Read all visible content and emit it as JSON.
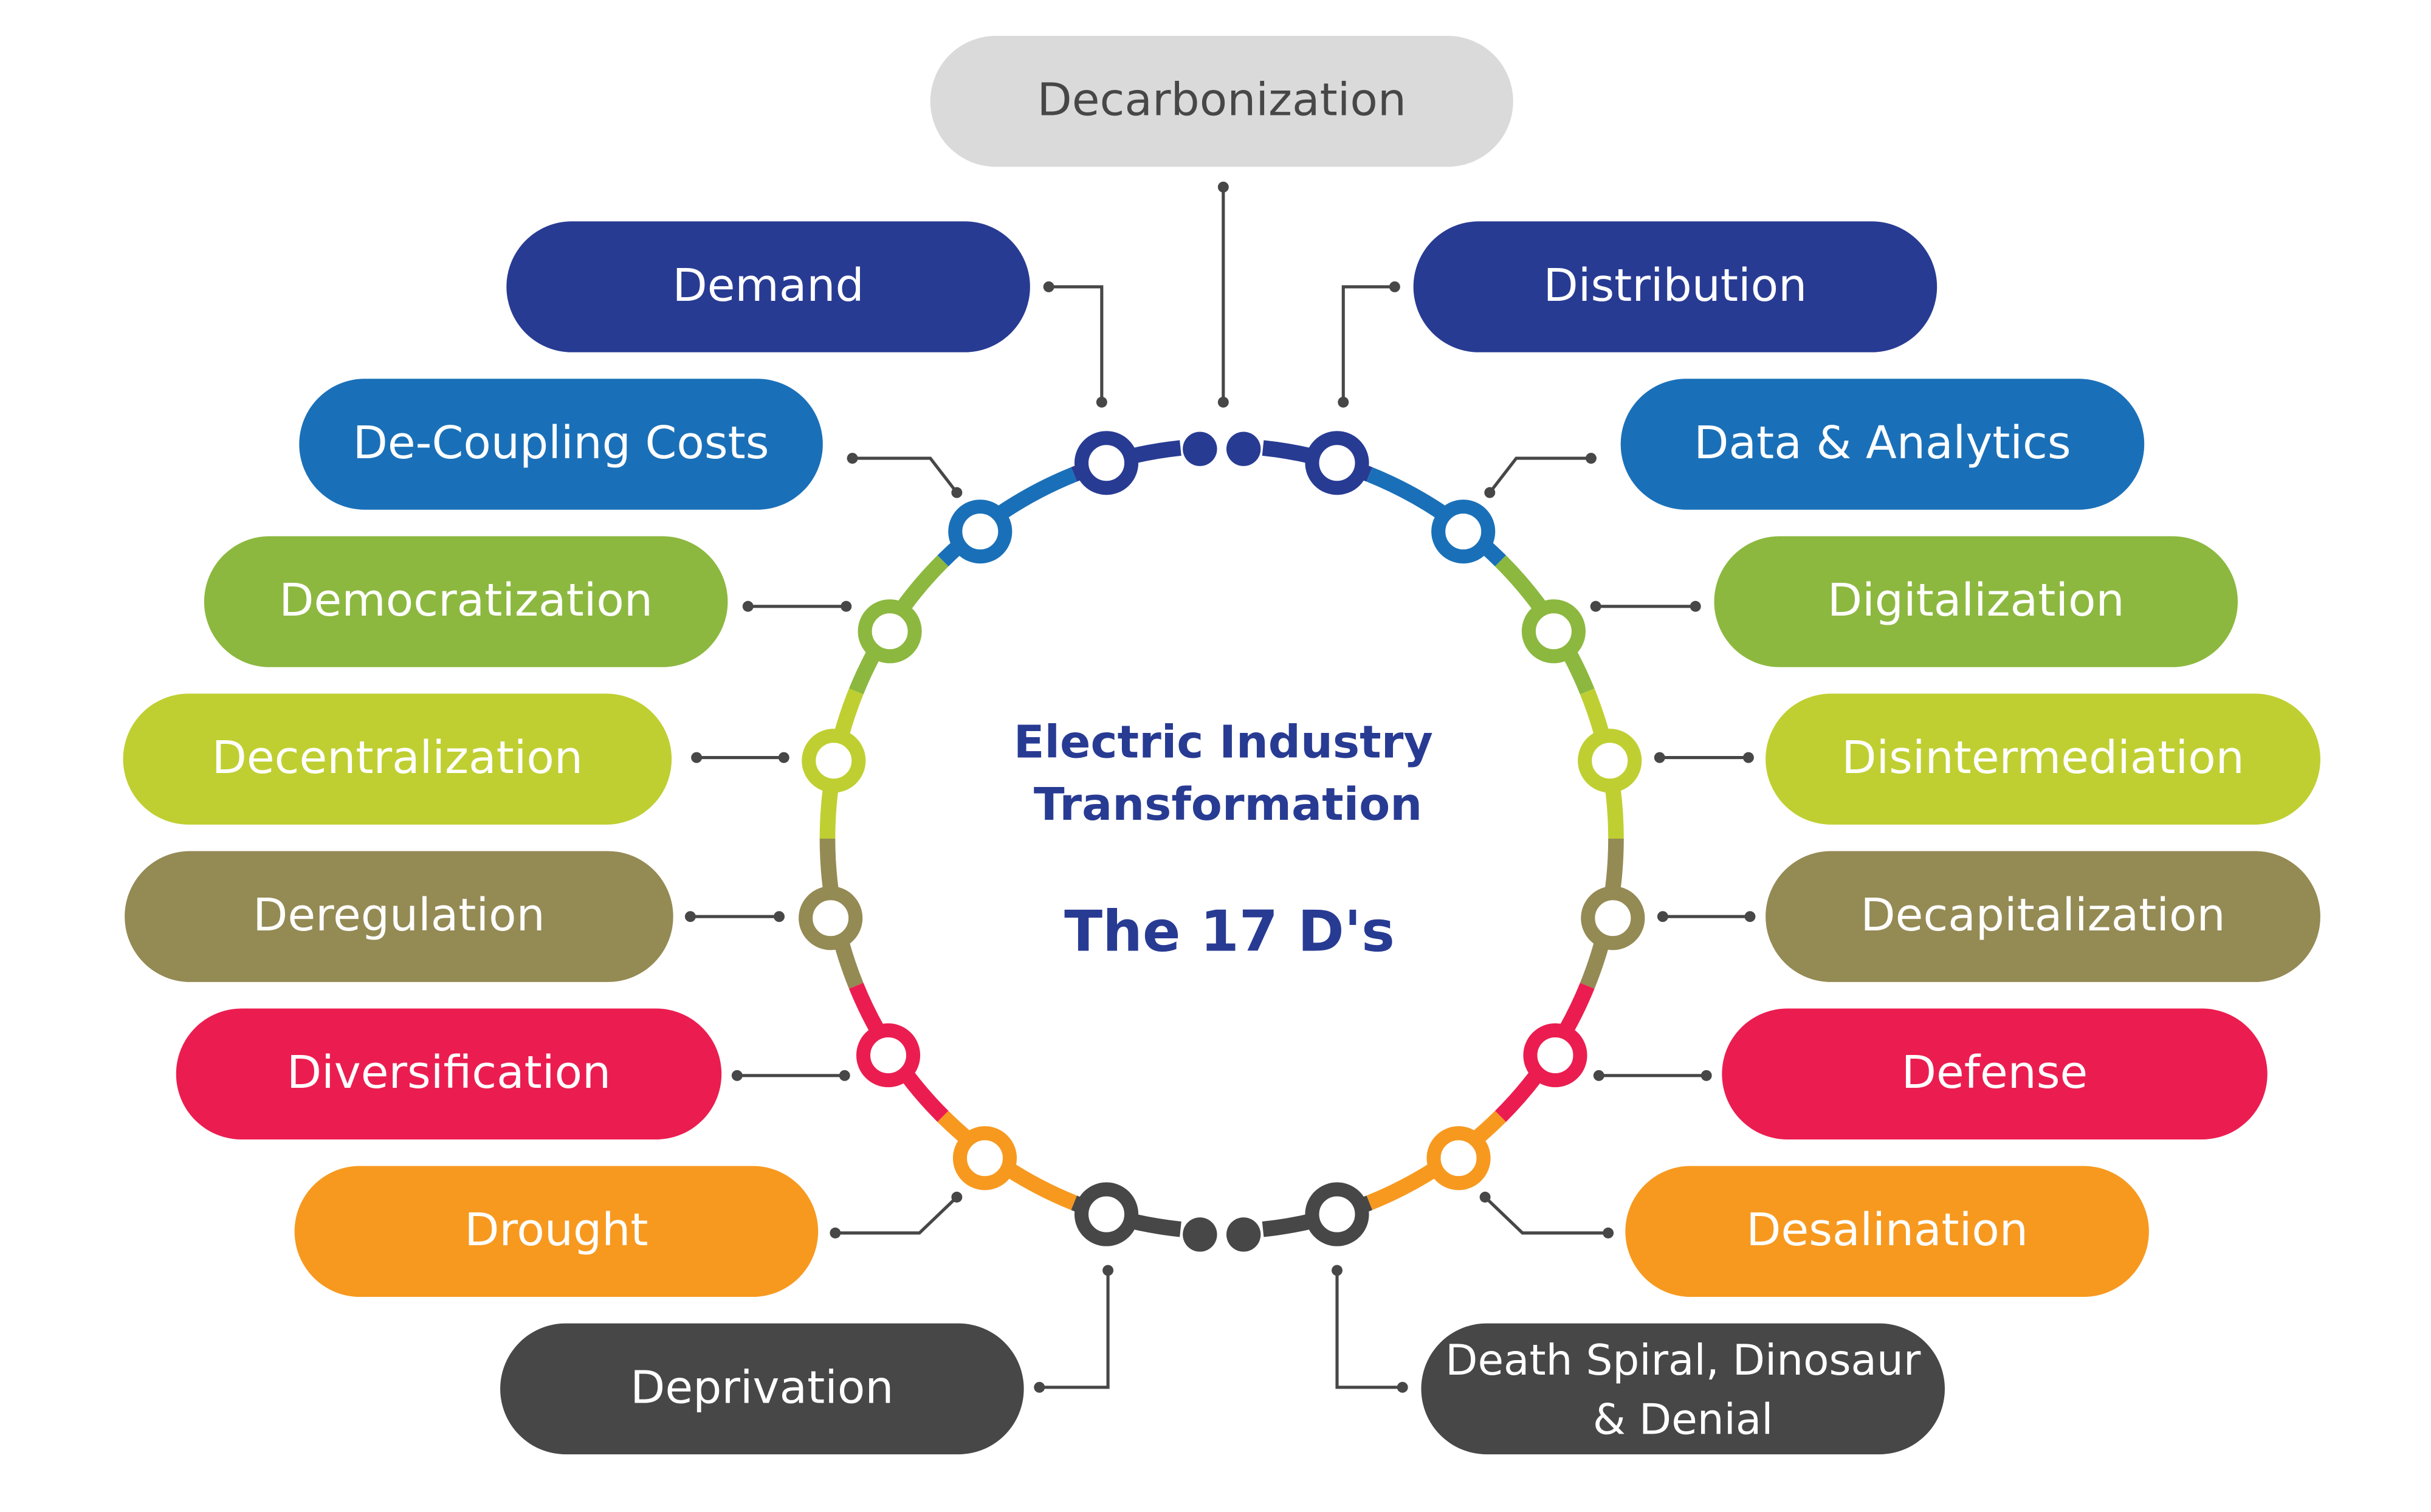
{
  "title": {
    "line1": "Electric Industry",
    "line2": "Transformation",
    "subtitle": "The 17 D's"
  },
  "colors": {
    "navy": "#283b93",
    "blue": "#1a70b8",
    "green": "#8cb83f",
    "lime": "#bfcf31",
    "olive": "#948a54",
    "red": "#eb1d50",
    "orange": "#f7991f",
    "dark": "#474747",
    "gray": "#dadada",
    "connector": "#474747"
  },
  "items": [
    {
      "label": "Decarbonization",
      "color": "gray",
      "text_color": "dark"
    },
    {
      "label": "Demand",
      "color": "navy"
    },
    {
      "label": "Distribution",
      "color": "navy"
    },
    {
      "label": "De-Coupling Costs",
      "color": "blue"
    },
    {
      "label": "Data & Analytics",
      "color": "blue"
    },
    {
      "label": "Democratization",
      "color": "green"
    },
    {
      "label": "Digitalization",
      "color": "green"
    },
    {
      "label": "Decentralization",
      "color": "lime"
    },
    {
      "label": "Disintermediation",
      "color": "lime"
    },
    {
      "label": "Deregulation",
      "color": "olive"
    },
    {
      "label": "Decapitalization",
      "color": "olive"
    },
    {
      "label": "Diversification",
      "color": "red"
    },
    {
      "label": "Defense",
      "color": "red"
    },
    {
      "label": "Drought",
      "color": "orange"
    },
    {
      "label": "Desalination",
      "color": "orange"
    },
    {
      "label": "Deprivation",
      "color": "dark"
    },
    {
      "label": "Death Spiral, Dinosaur",
      "label2": "& Denial",
      "color": "dark"
    }
  ]
}
